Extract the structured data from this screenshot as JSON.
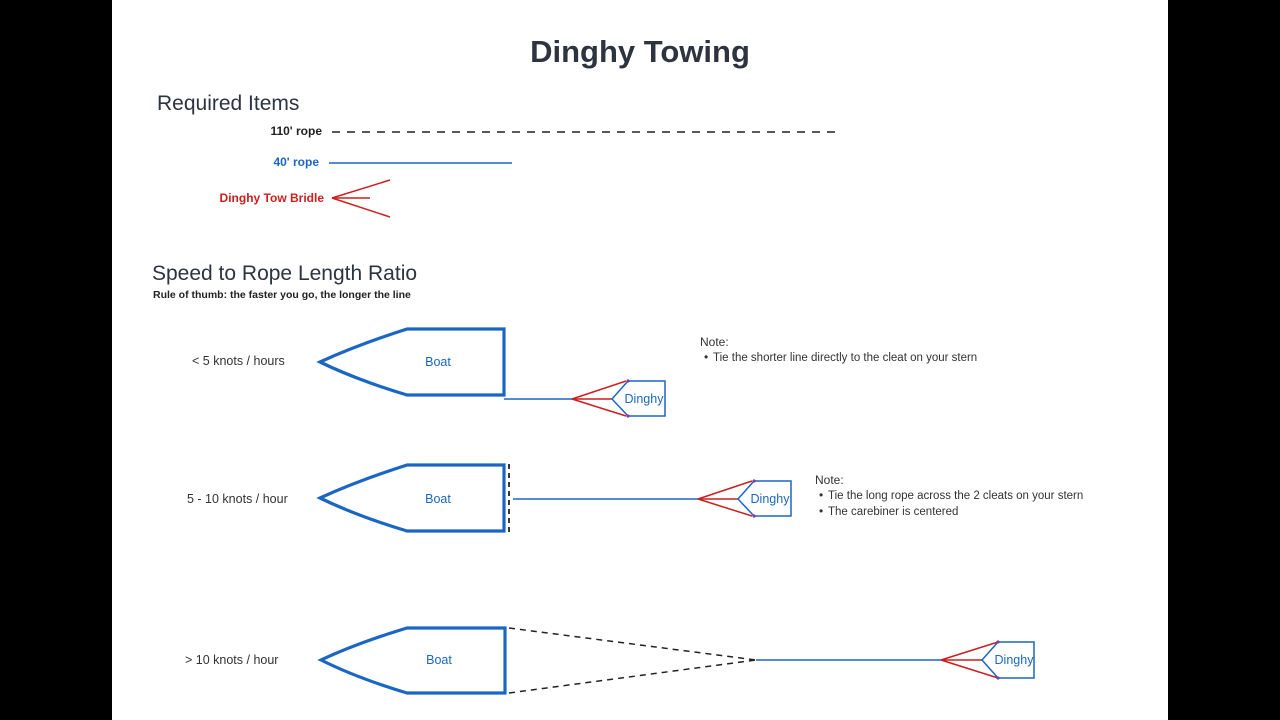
{
  "title": "Dinghy Towing",
  "required": {
    "heading": "Required Items",
    "rope110": "110' rope",
    "rope40": "40' rope",
    "bridle": "Dinghy Tow Bridle"
  },
  "ratio": {
    "heading": "Speed to Rope Length Ratio",
    "subtitle": "Rule of thumb: the faster you go, the longer the line"
  },
  "rows": [
    {
      "speed": "< 5 knots / hours",
      "boat": "Boat",
      "dinghy": "Dinghy",
      "note_title": "Note:",
      "notes": [
        "Tie the shorter line directly to the cleat on your stern"
      ]
    },
    {
      "speed": "5 - 10 knots / hour",
      "boat": "Boat",
      "dinghy": "Dinghy",
      "note_title": "Note:",
      "notes": [
        "Tie the long rope across the 2 cleats on your stern",
        "The carebiner is centered"
      ]
    },
    {
      "speed": "> 10 knots / hour",
      "boat": "Boat",
      "dinghy": "Dinghy"
    }
  ],
  "colors": {
    "blue": "#1a66c4",
    "red": "#cc1f1f",
    "title": "#2d3440",
    "text": "#333333",
    "purple": "#7a3cae"
  }
}
